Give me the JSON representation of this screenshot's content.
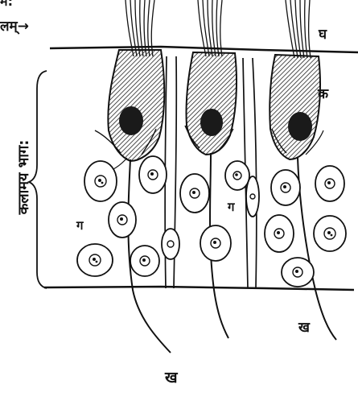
{
  "labels": {
    "top_cut": "र्म:",
    "lam": "लम्→",
    "gha": "घ",
    "ka": "क",
    "ga_left": "ग",
    "ga_mid": "ग",
    "kha_right": "ख",
    "kha_bottom": "ख",
    "vertical": "कलामय भाग:"
  }
}
